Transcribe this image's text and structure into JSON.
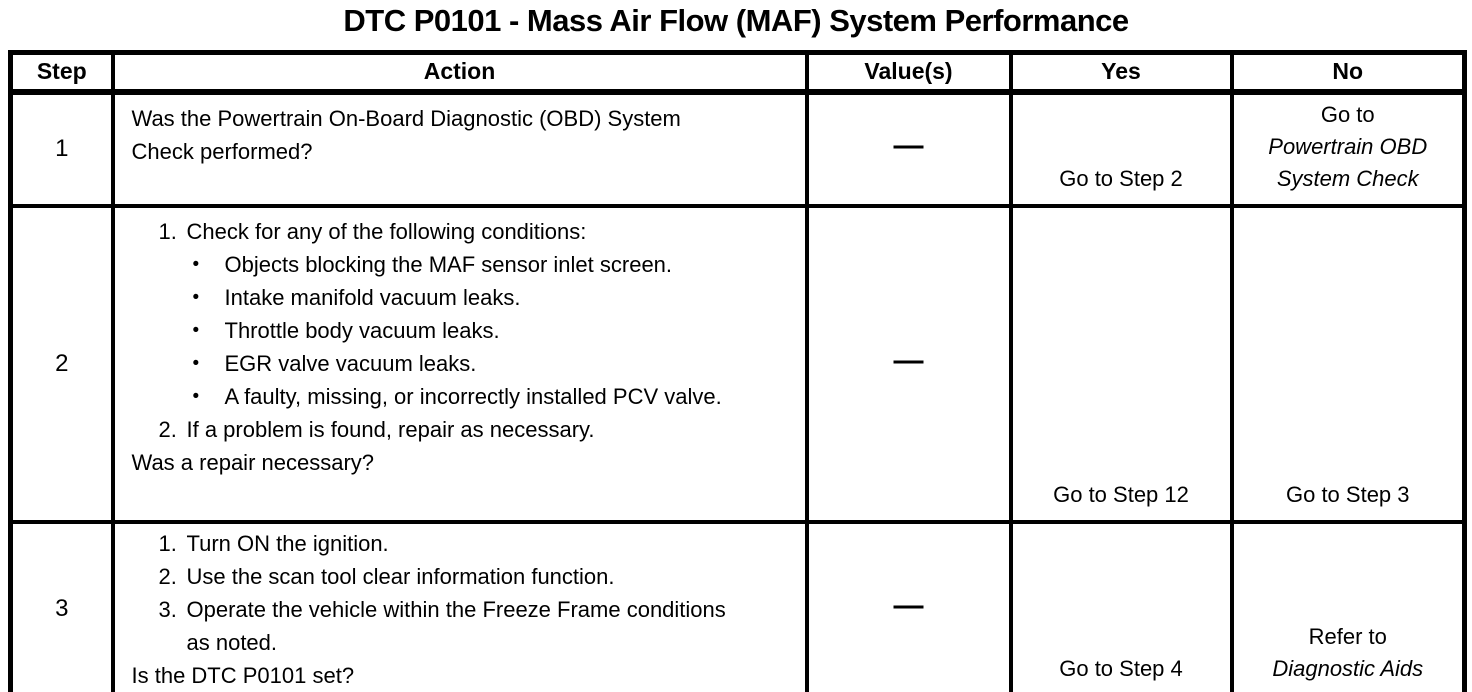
{
  "title": "DTC P0101 - Mass Air Flow (MAF) System Performance",
  "glyphs": {
    "bullet": "•",
    "dash": "—"
  },
  "table": {
    "headers": {
      "step": "Step",
      "action": "Action",
      "values": "Value(s)",
      "yes": "Yes",
      "no": "No"
    },
    "rows": [
      {
        "step": "1",
        "action": {
          "question": "Was the Powertrain On-Board Diagnostic (OBD) System Check performed?"
        },
        "value": "—",
        "yes": "Go to Step 2",
        "no": {
          "prefix": "Go to",
          "italic": "Powertrain OBD System Check"
        }
      },
      {
        "step": "2",
        "action": {
          "item1_num": "1.",
          "item1_text": "Check for any of the following conditions:",
          "bullets": [
            "Objects blocking the MAF sensor inlet screen.",
            "Intake manifold vacuum leaks.",
            "Throttle body vacuum leaks.",
            "EGR valve vacuum leaks.",
            "A faulty, missing, or incorrectly installed PCV valve."
          ],
          "item2_num": "2.",
          "item2_text": "If a problem is found, repair as necessary.",
          "question": "Was a repair necessary?"
        },
        "value": "—",
        "yes": "Go to Step 12",
        "no": {
          "text": "Go to Step 3"
        }
      },
      {
        "step": "3",
        "action": {
          "item1_num": "1.",
          "item1_text": "Turn ON the ignition.",
          "item2_num": "2.",
          "item2_text": "Use the scan tool clear information function.",
          "item3_num": "3.",
          "item3_text": "Operate the vehicle within the Freeze Frame conditions as noted.",
          "question": "Is the DTC P0101 set?"
        },
        "value": "—",
        "yes": "Go to Step 4",
        "no": {
          "prefix": "Refer to",
          "italic": "Diagnostic Aids"
        }
      }
    ]
  }
}
